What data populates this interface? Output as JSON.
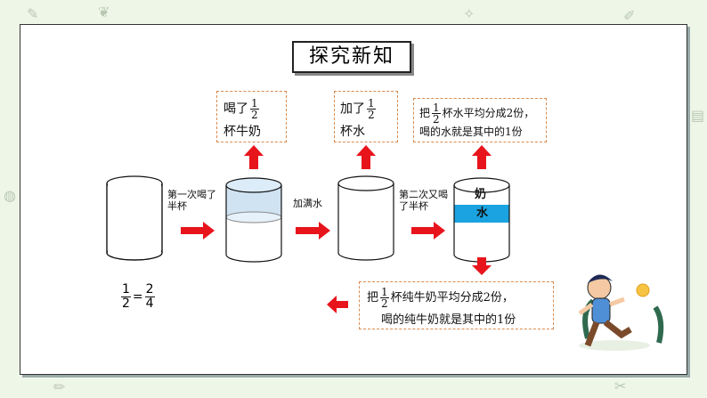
{
  "title": "探究新知",
  "steps": {
    "step1": "第一次喝了半杯",
    "step2": "加满水",
    "step3": "第二次又喝了半杯"
  },
  "notes": {
    "drank_prefix": "喝了",
    "drank_suffix": "杯牛奶",
    "added_prefix": "加了",
    "added_suffix": "杯水",
    "split_prefix": "把",
    "split_line1": "杯水平均分成2份，",
    "split_line2": "喝的水就是其中的1份",
    "pure_prefix": "把",
    "pure_line1": "杯纯牛奶平均分成2份，",
    "pure_line2": "喝的纯牛奶就是其中的1份"
  },
  "fraction": {
    "num": "1",
    "den": "2"
  },
  "equation": {
    "left_num": "1",
    "left_den": "2",
    "eq": "=",
    "right_num": "2",
    "right_den": "4"
  },
  "cup_labels": {
    "milk": "奶",
    "water": "水"
  },
  "colors": {
    "arrow": "#e8141c",
    "water": "#1aa3e0",
    "milk_light": "#cfe3f3",
    "note_border": "#d98a4f"
  }
}
